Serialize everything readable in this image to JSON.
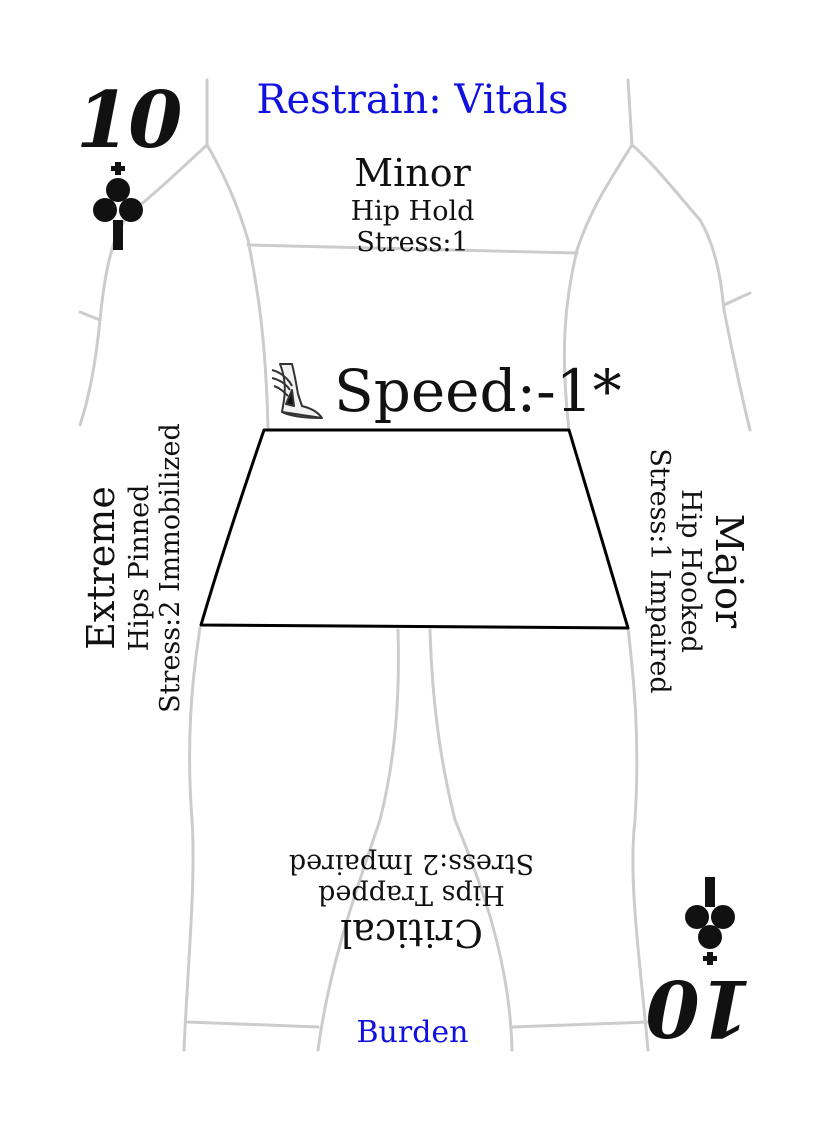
{
  "card": {
    "rank": "10",
    "suit_icon": "club-icon",
    "title": "Restrain: Vitals",
    "footer": "Burden",
    "colors": {
      "title": "#1111dd",
      "outline": "#cccccc",
      "zone": "#000000"
    }
  },
  "minor": {
    "severity": "Minor",
    "effect": "Hip Hold",
    "stress": "Stress:1"
  },
  "major": {
    "severity": "Major",
    "effect": "Hip Hooked",
    "stress": "Stress:1 Impaired"
  },
  "critical": {
    "severity": "Critical",
    "effect": "Hips Trapped",
    "stress": "Stress:2 Impaired"
  },
  "extreme": {
    "severity": "Extreme",
    "effect": "Hips Pinned",
    "stress": "Stress:2 Immobilized"
  },
  "speed": {
    "icon": "winged-boot-icon",
    "label": "Speed:-1*"
  }
}
